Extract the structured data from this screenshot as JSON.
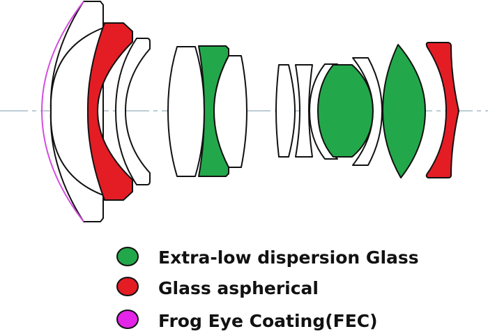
{
  "colors": {
    "ed_glass": "#22a84a",
    "aspherical": "#e41d25",
    "fec": "#e424e8",
    "axis": "#7a9aa8",
    "outline": "#111111"
  },
  "legend": [
    {
      "label": "Extra-low dispersion Glass",
      "color_key": "ed_glass"
    },
    {
      "label": "Glass aspherical",
      "color_key": "aspherical"
    },
    {
      "label": "Frog Eye Coating(FEC)",
      "color_key": "fec"
    }
  ]
}
